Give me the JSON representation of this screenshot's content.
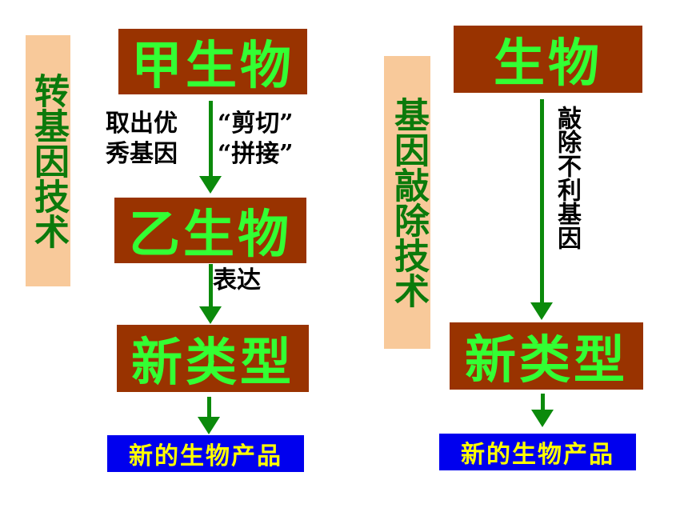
{
  "left": {
    "side_label": "转基因技术",
    "box1": "甲生物",
    "note_left": "取出优\n秀基因",
    "note_right": "“剪切”\n“拼接”",
    "box2": "乙生物",
    "note_express": "表达",
    "box3": "新类型",
    "product": "新的生物产品"
  },
  "right": {
    "side_label": "基因敲除技术",
    "box1": "生物",
    "note_vertical": "敲除不利基因",
    "box2": "新类型",
    "product": "新的生物产品"
  },
  "colors": {
    "box_bg": "#993300",
    "box_text": "#33ff33",
    "side_bg": "#f8c99a",
    "side_text": "#0b7a0b",
    "arrow": "#0b8a0b",
    "product_bg": "#0000ee",
    "product_text": "#ffff00"
  }
}
